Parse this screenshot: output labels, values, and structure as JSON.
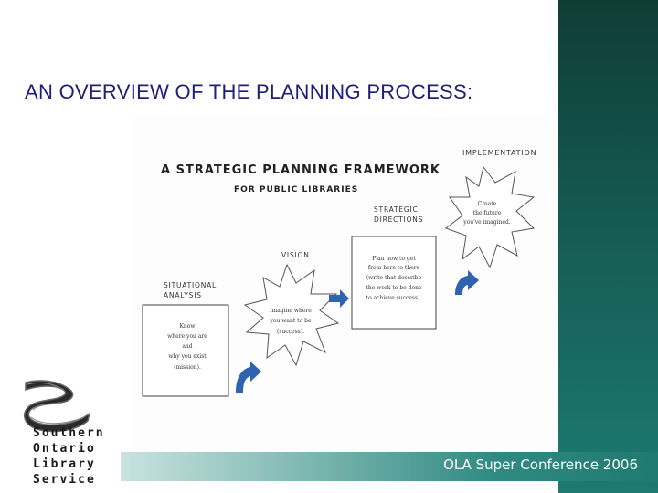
{
  "slide": {
    "title": "AN OVERVIEW OF THE PLANNING PROCESS:"
  },
  "framework": {
    "heading_line1": "A STRATEGIC PLANNING FRAMEWORK",
    "heading_line2": "FOR PUBLIC LIBRARIES",
    "stages": {
      "situational_analysis": {
        "label_line1": "SITUATIONAL",
        "label_line2": "ANALYSIS",
        "body": [
          "Know",
          "where you are",
          "and",
          "why you exist",
          "(mission)."
        ]
      },
      "vision": {
        "label": "VISION",
        "body": [
          "Imagine where",
          "you want to be",
          "(success)."
        ]
      },
      "strategic_directions": {
        "label_line1": "STRATEGIC",
        "label_line2": "DIRECTIONS",
        "body": [
          "Plan how to get",
          "from here to there",
          "(write that describe",
          "the work to be done",
          "to achieve success)."
        ]
      },
      "implementation": {
        "label": "IMPLEMENTATION",
        "body": [
          "Create",
          "the future",
          "you've imagined."
        ]
      }
    },
    "arrow_color": "#2f63b0"
  },
  "footer": {
    "text": "OLA Super Conference 2006"
  },
  "logo": {
    "lines": [
      "Southern",
      "Ontario",
      "Library",
      "Service"
    ]
  },
  "colors": {
    "title": "#1f1f78",
    "sidebar": "#155a52",
    "footer_bar": "#2f8a81"
  }
}
